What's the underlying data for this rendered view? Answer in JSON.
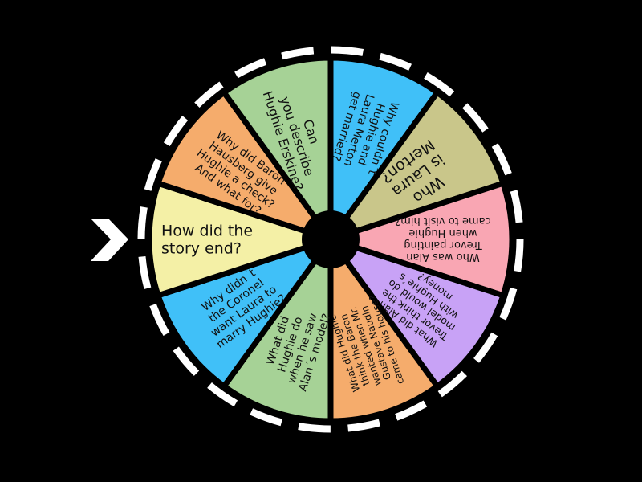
{
  "wheel": {
    "segments": [
      {
        "color": "#40c0f8",
        "lines": [
          "Why couldn´t",
          "Hughie and",
          "Laura Merton",
          "get married?"
        ]
      },
      {
        "color": "#c9c68a",
        "lines": [
          "Who",
          "is Laura",
          "Merton?"
        ]
      },
      {
        "color": "#f9a6b3",
        "lines": [
          "Who was Alan",
          "Trevor painting",
          "when Hughie",
          "came to visit him?"
        ]
      },
      {
        "color": "#c8a2f6",
        "lines": [
          "What did Alan",
          "Trevor think the",
          "model would do",
          "with Hughie´s",
          "money?"
        ]
      },
      {
        "color": "#f5ac6c",
        "lines": [
          "What did Hughie",
          "think the Baron",
          "wanted when Mr.",
          "Gustave Naudin",
          "came to his house?"
        ]
      },
      {
        "color": "#a6d296",
        "lines": [
          "What did",
          "Hughie do",
          "when he saw",
          "Alan´s model?"
        ]
      },
      {
        "color": "#40c0f8",
        "lines": [
          "Why didn´t",
          "the Coronel",
          "want Laura to",
          "marry Hughie?"
        ]
      },
      {
        "color": "#f4f0a6",
        "lines": [
          "How did the",
          "story end?"
        ]
      },
      {
        "color": "#f5ac6c",
        "lines": [
          "Why did Baron",
          "Hausberg give",
          "Hughie a check?",
          "And what for?"
        ]
      },
      {
        "color": "#a6d296",
        "lines": [
          "Can",
          "you describe",
          "Hughie Erskine?"
        ]
      }
    ],
    "pointer_icon": "chevron-right-icon"
  }
}
